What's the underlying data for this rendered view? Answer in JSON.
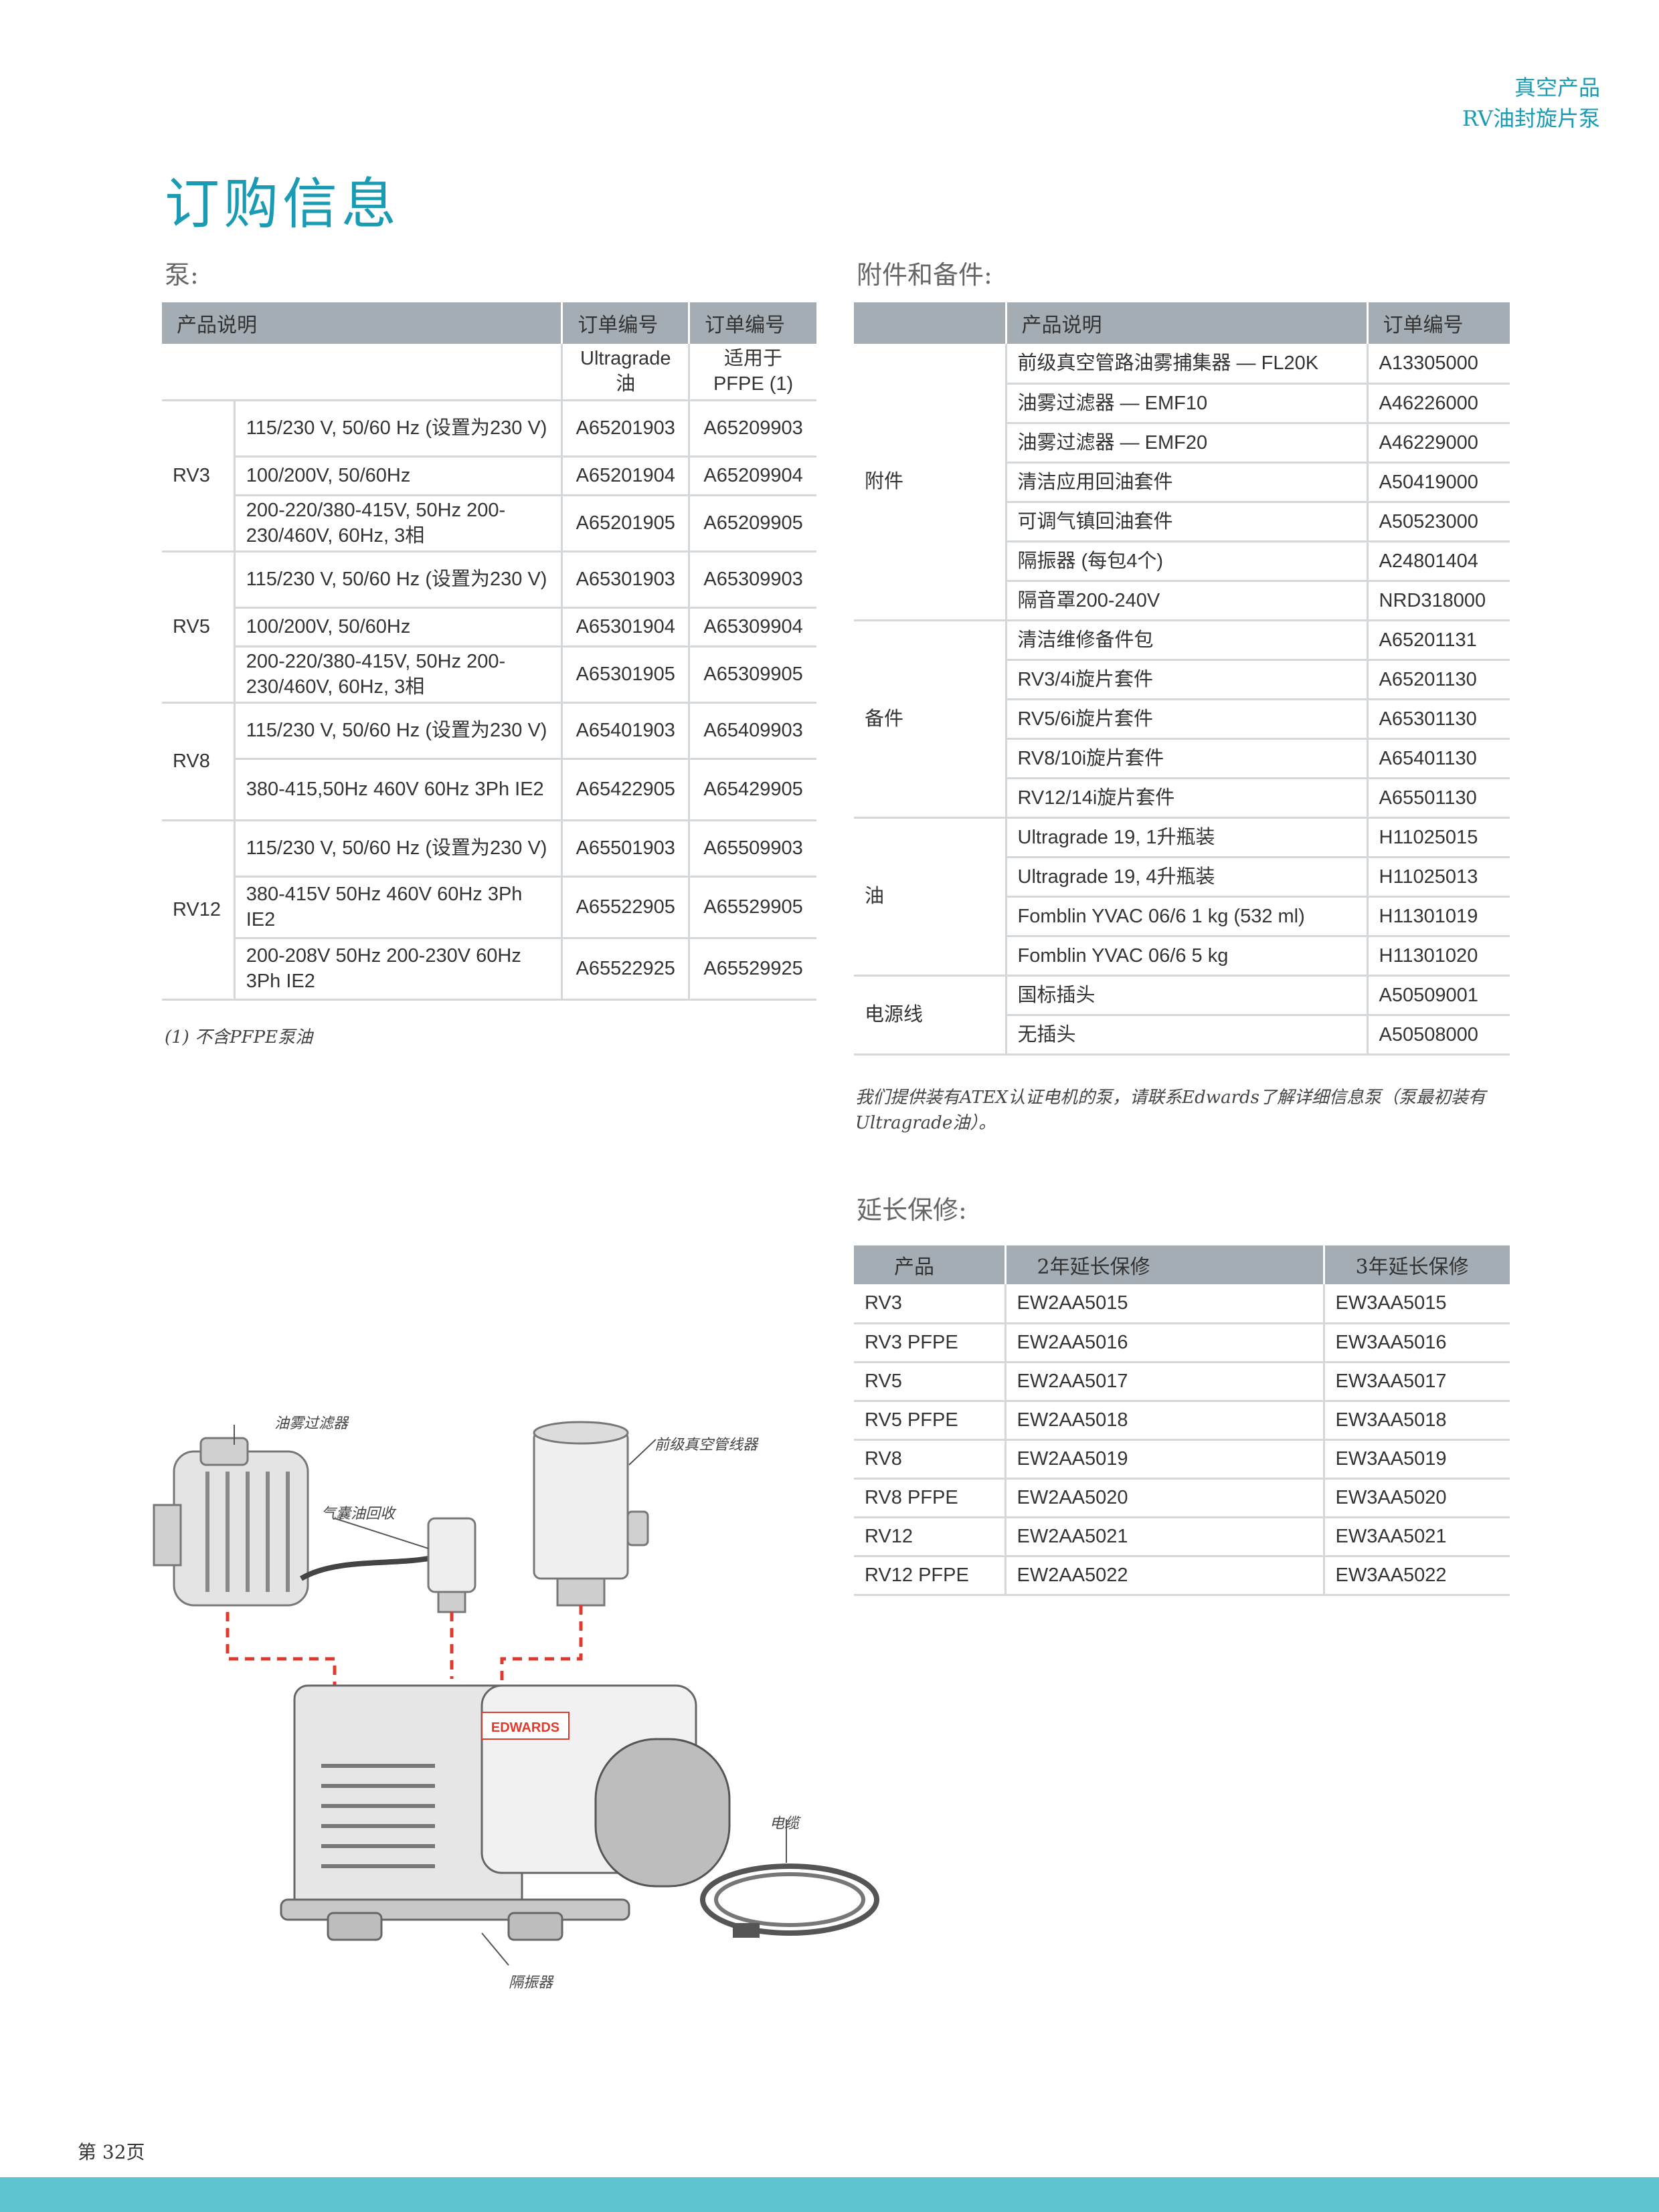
{
  "header": {
    "category": "真空产品",
    "product": "RV油封旋片泵"
  },
  "page_title": "订购信息",
  "pumps": {
    "section_title": "泵:",
    "headers": [
      "产品说明",
      "订单编号",
      "订单编号"
    ],
    "subheaders": [
      "Ultragrade 油",
      "适用于 PFPE (1)"
    ],
    "groups": [
      {
        "model": "RV3",
        "rows": [
          {
            "desc": "115/230 V, 50/60 Hz (设置为230 V)",
            "ultragrade": "A65201903",
            "pfpe": "A65209903"
          },
          {
            "desc": "100/200V, 50/60Hz",
            "ultragrade": "A65201904",
            "pfpe": "A65209904"
          },
          {
            "desc": "200-220/380-415V, 50Hz 200-230/460V, 60Hz, 3相",
            "ultragrade": "A65201905",
            "pfpe": "A65209905"
          }
        ]
      },
      {
        "model": "RV5",
        "rows": [
          {
            "desc": "115/230 V, 50/60 Hz (设置为230 V)",
            "ultragrade": "A65301903",
            "pfpe": "A65309903"
          },
          {
            "desc": "100/200V, 50/60Hz",
            "ultragrade": "A65301904",
            "pfpe": "A65309904"
          },
          {
            "desc": "200-220/380-415V, 50Hz 200-230/460V, 60Hz, 3相",
            "ultragrade": "A65301905",
            "pfpe": "A65309905"
          }
        ]
      },
      {
        "model": "RV8",
        "rows": [
          {
            "desc": "115/230 V, 50/60 Hz (设置为230 V)",
            "ultragrade": "A65401903",
            "pfpe": "A65409903"
          },
          {
            "desc": "380-415,50Hz 460V 60Hz 3Ph IE2",
            "ultragrade": "A65422905",
            "pfpe": "A65429905"
          }
        ]
      },
      {
        "model": "RV12",
        "rows": [
          {
            "desc": "115/230 V, 50/60 Hz (设置为230 V)",
            "ultragrade": "A65501903",
            "pfpe": "A65509903"
          },
          {
            "desc": "380-415V 50Hz 460V 60Hz 3Ph IE2",
            "ultragrade": "A65522905",
            "pfpe": "A65529905"
          },
          {
            "desc": "200-208V 50Hz 200-230V 60Hz 3Ph IE2",
            "ultragrade": "A65522925",
            "pfpe": "A65529925"
          }
        ]
      }
    ],
    "footnote": "(1) 不含PFPE泵油"
  },
  "accessories": {
    "section_title": "附件和备件:",
    "headers": [
      "产品说明",
      "订单编号"
    ],
    "groups": [
      {
        "category": "附件",
        "rows": [
          {
            "desc": "前级真空管路油雾捕集器 — FL20K",
            "code": "A13305000"
          },
          {
            "desc": "油雾过滤器 — EMF10",
            "code": "A46226000"
          },
          {
            "desc": "油雾过滤器 — EMF20",
            "code": "A46229000"
          },
          {
            "desc": "清洁应用回油套件",
            "code": "A50419000"
          },
          {
            "desc": "可调气镇回油套件",
            "code": "A50523000"
          },
          {
            "desc": "隔振器 (每包4个)",
            "code": "A24801404"
          },
          {
            "desc": "隔音罩200-240V",
            "code": "NRD318000"
          }
        ]
      },
      {
        "category": "备件",
        "rows": [
          {
            "desc": "清洁维修备件包",
            "code": "A65201131"
          },
          {
            "desc": "RV3/4i旋片套件",
            "code": "A65201130"
          },
          {
            "desc": "RV5/6i旋片套件",
            "code": "A65301130"
          },
          {
            "desc": "RV8/10i旋片套件",
            "code": "A65401130"
          },
          {
            "desc": "RV12/14i旋片套件",
            "code": "A65501130"
          }
        ]
      },
      {
        "category": "油",
        "rows": [
          {
            "desc": "Ultragrade 19, 1升瓶装",
            "code": "H11025015"
          },
          {
            "desc": "Ultragrade 19, 4升瓶装",
            "code": "H11025013"
          },
          {
            "desc": "Fomblin YVAC 06/6 1 kg (532 ml)",
            "code": "H11301019"
          },
          {
            "desc": "Fomblin YVAC 06/6 5 kg",
            "code": "H11301020"
          }
        ]
      },
      {
        "category": "电源线",
        "rows": [
          {
            "desc": "国标插头",
            "code": "A50509001"
          },
          {
            "desc": "无插头",
            "code": "A50508000"
          }
        ]
      }
    ],
    "note": "我们提供装有ATEX认证电机的泵，请联系Edwards了解详细信息泵（泵最初装有 Ultragrade油）。"
  },
  "warranty": {
    "section_title": "延长保修:",
    "headers": [
      "产品",
      "2年延长保修",
      "3年延长保修"
    ],
    "rows": [
      [
        "RV3",
        "EW2AA5015",
        "EW3AA5015"
      ],
      [
        "RV3 PFPE",
        "EW2AA5016",
        "EW3AA5016"
      ],
      [
        "RV5",
        "EW2AA5017",
        "EW3AA5017"
      ],
      [
        "RV5 PFPE",
        "EW2AA5018",
        "EW3AA5018"
      ],
      [
        "RV8",
        "EW2AA5019",
        "EW3AA5019"
      ],
      [
        "RV8 PFPE",
        "EW2AA5020",
        "EW3AA5020"
      ],
      [
        "RV12",
        "EW2AA5021",
        "EW3AA5021"
      ],
      [
        "RV12 PFPE",
        "EW2AA5022",
        "EW3AA5022"
      ]
    ]
  },
  "illustration": {
    "labels": {
      "mist_filter": "油雾过滤器",
      "gas_return": "气囊油回收",
      "foreline_trap": "前级真空管线器",
      "cable": "电缆",
      "isolator": "隔振器",
      "brand": "EDWARDS"
    }
  },
  "footer": {
    "page_number": "第 32页"
  },
  "colors": {
    "accent": "#1a9bb4",
    "table_header": "#a5adb4",
    "footer_bar": "#5ec3d0",
    "dash_red": "#e03a2f"
  }
}
